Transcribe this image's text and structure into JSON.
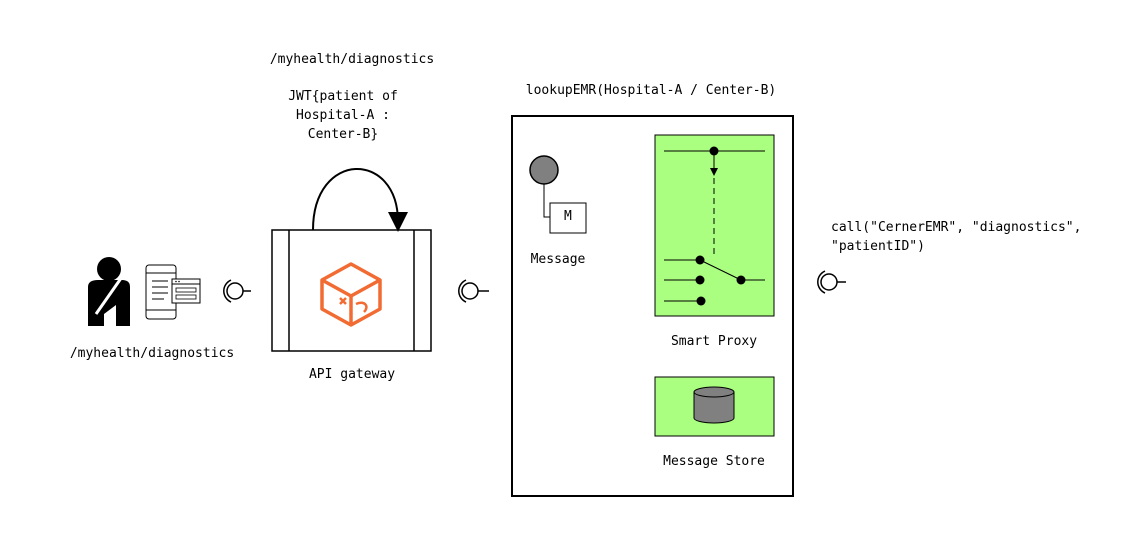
{
  "user": {
    "label": "/myhealth/diagnostics",
    "person_icon": "user-icon",
    "device_icon": "mobile-app-icon"
  },
  "top_request": {
    "path": "/myhealth/diagnostics",
    "jwt": "JWT{patient of\nHospital-A :\nCenter-B}"
  },
  "gateway": {
    "label": "API gateway",
    "icon": "api-gateway-icon",
    "icon_color": "#f26b32"
  },
  "lookup": {
    "label": "lookupEMR(Hospital-A / Center-B)"
  },
  "message": {
    "label": "Message",
    "badge": "M"
  },
  "smart_proxy": {
    "label": "Smart Proxy",
    "fill": "#aaff80"
  },
  "message_store": {
    "label": "Message Store",
    "fill": "#aaff80"
  },
  "call": {
    "label": "call(\"CernerEMR\", \"diagnostics\",\n\"patientID\")"
  },
  "colors": {
    "stroke": "#000000",
    "message_dot": "#808080",
    "database": "#808080"
  }
}
